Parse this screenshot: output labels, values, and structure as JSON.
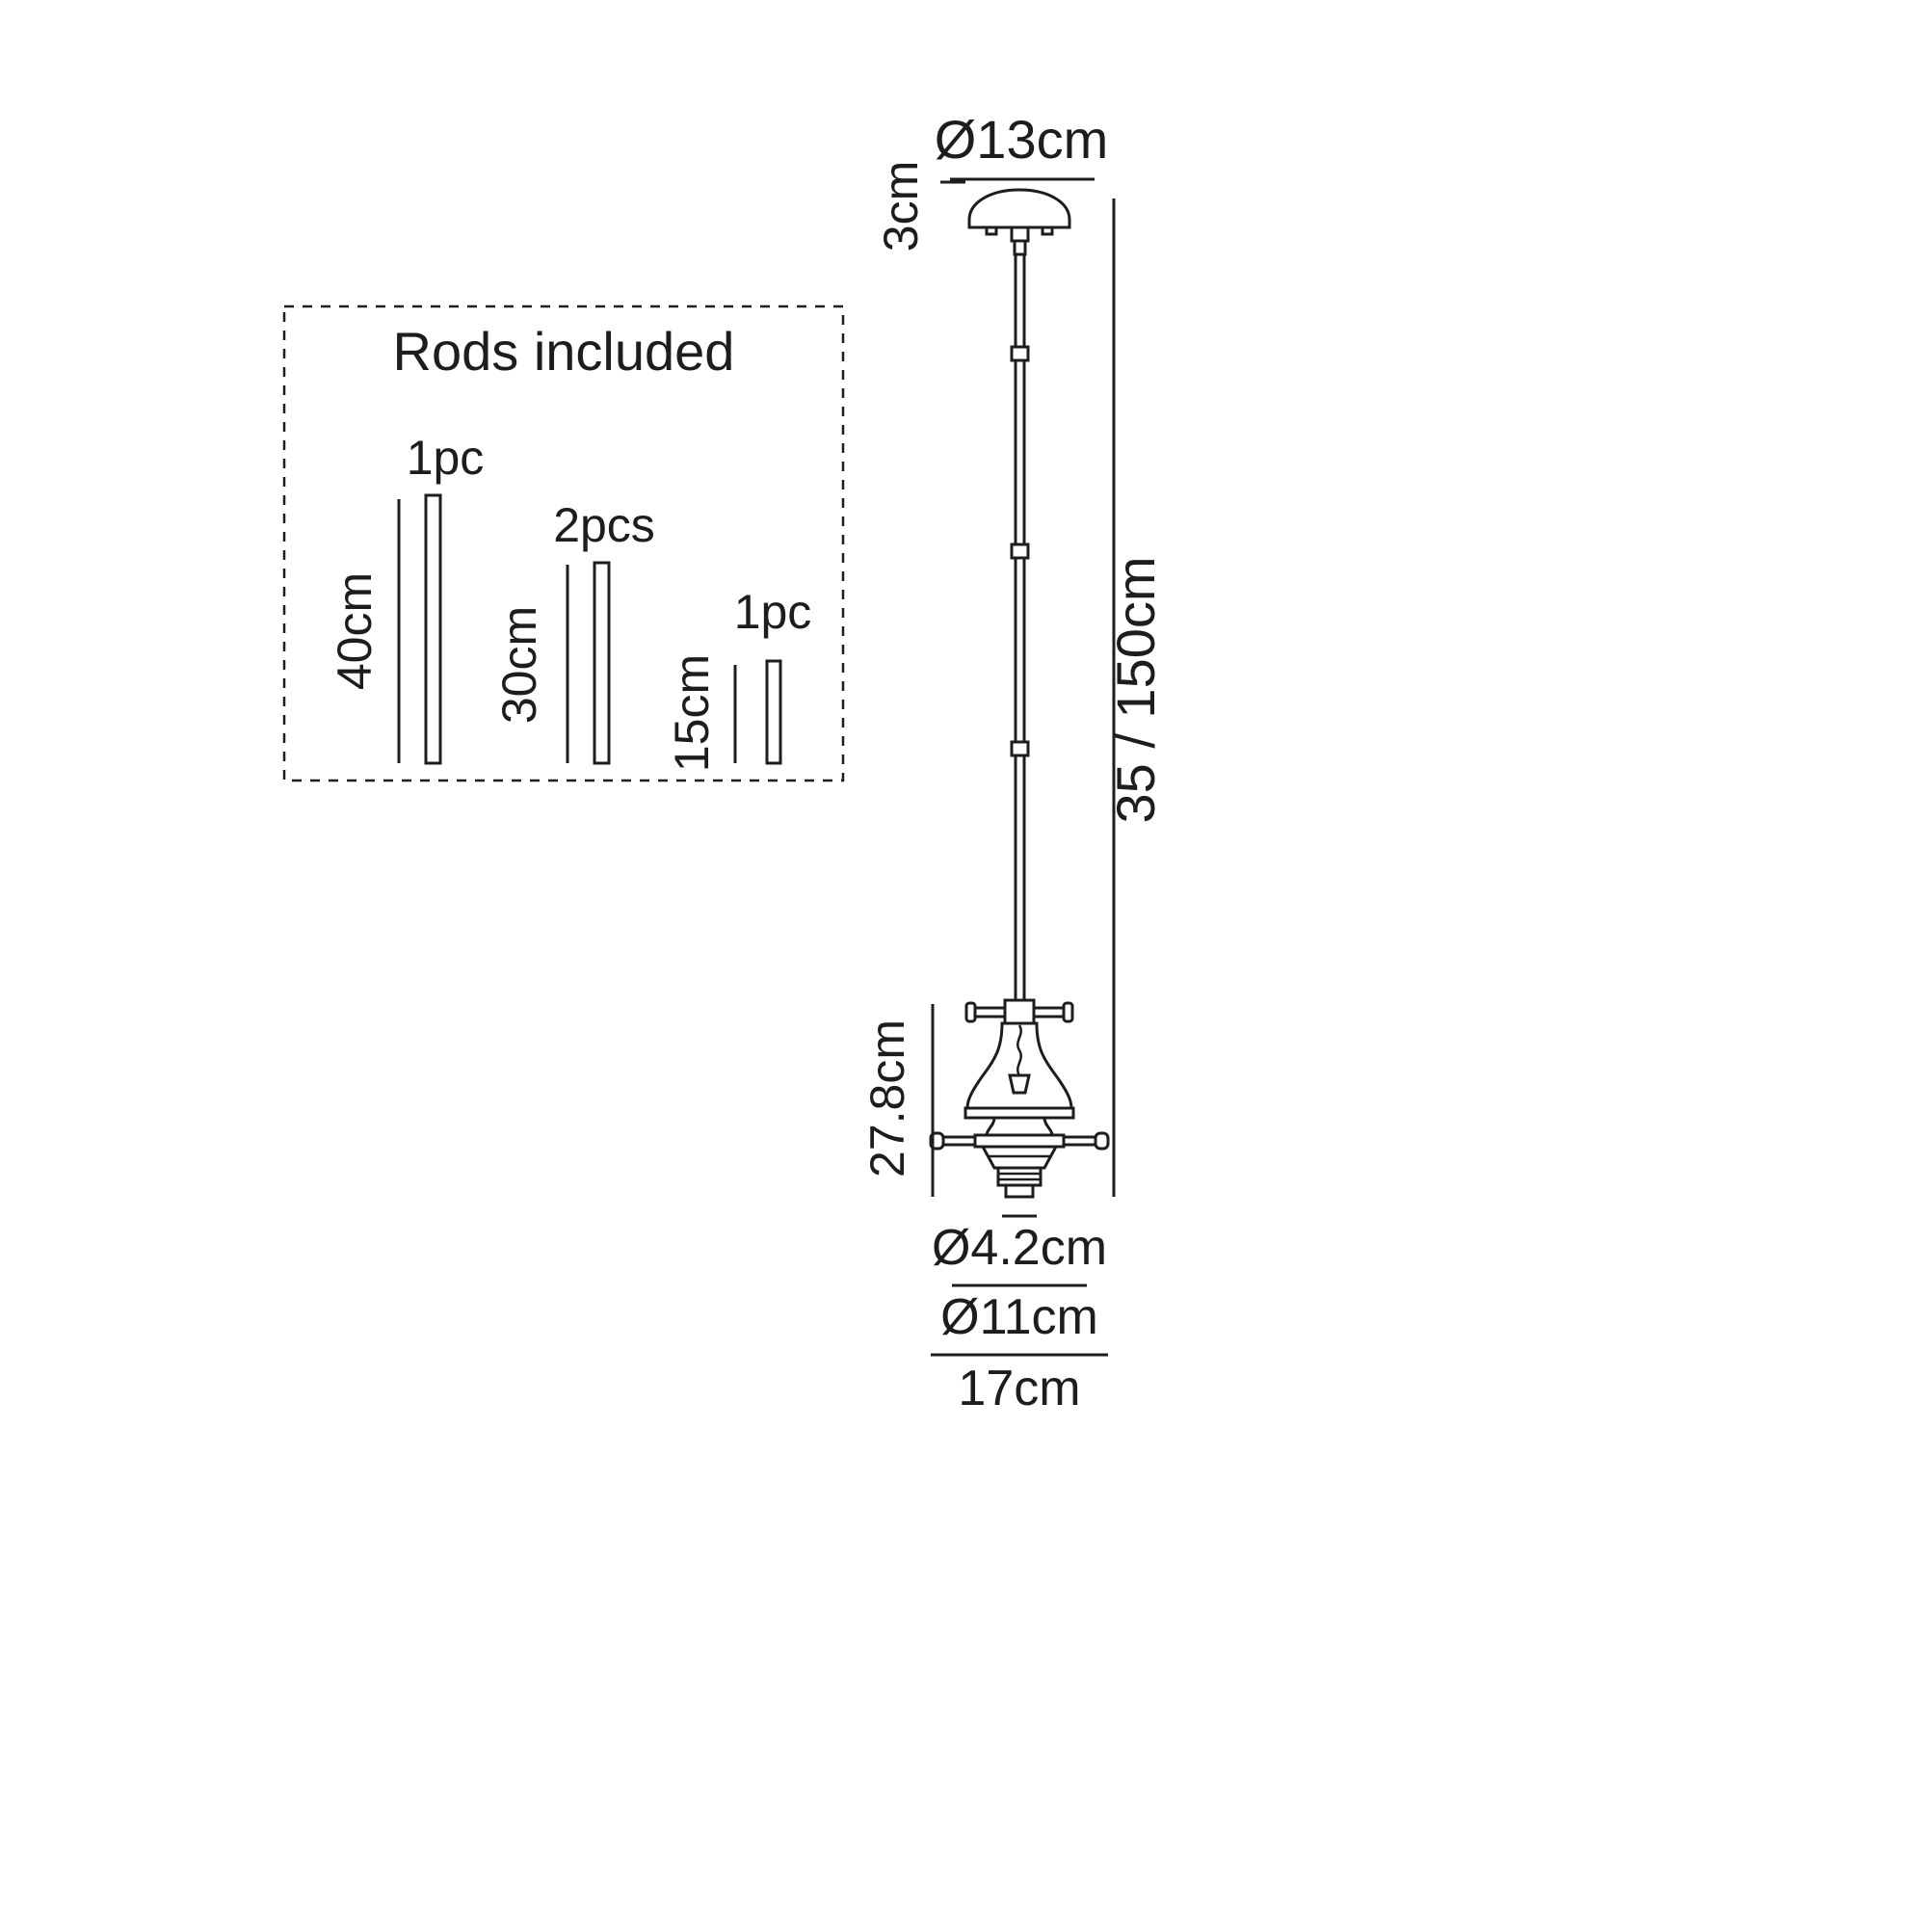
{
  "colors": {
    "line": "#1d1d20",
    "background": "#ffffff"
  },
  "rods_box": {
    "title": "Rods included",
    "rods": [
      {
        "qty": "1pc",
        "length": "40cm"
      },
      {
        "qty": "2pcs",
        "length": "30cm"
      },
      {
        "qty": "1pc",
        "length": "15cm"
      }
    ]
  },
  "pendant": {
    "canopy_diameter": "Ø13cm",
    "canopy_height": "3cm",
    "drop_range": "35 / 150cm",
    "holder_height": "27.8cm",
    "holder_thread_diameter": "Ø4.2cm",
    "holder_ring_diameter": "Ø11cm",
    "holder_max_width": "17cm"
  }
}
